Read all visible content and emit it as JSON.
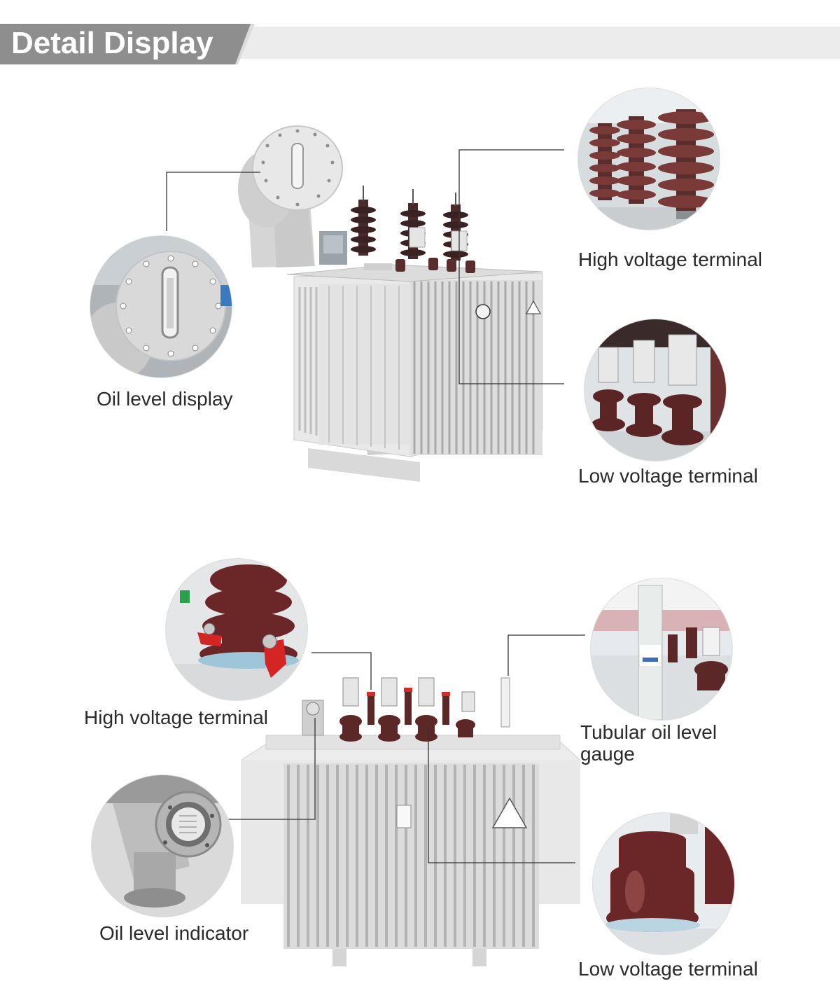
{
  "header": {
    "title": "Detail Display"
  },
  "section1": {
    "callouts": {
      "oil_level_display": "Oil level display",
      "hv_terminal": "High voltage terminal",
      "lv_terminal": "Low voltage terminal"
    }
  },
  "section2": {
    "callouts": {
      "hv_terminal": "High voltage terminal",
      "tubular_gauge_line1": "Tubular oil level",
      "tubular_gauge_line2": "gauge",
      "oil_level_indicator": "Oil level indicator",
      "lv_terminal": "Low voltage terminal"
    }
  }
}
